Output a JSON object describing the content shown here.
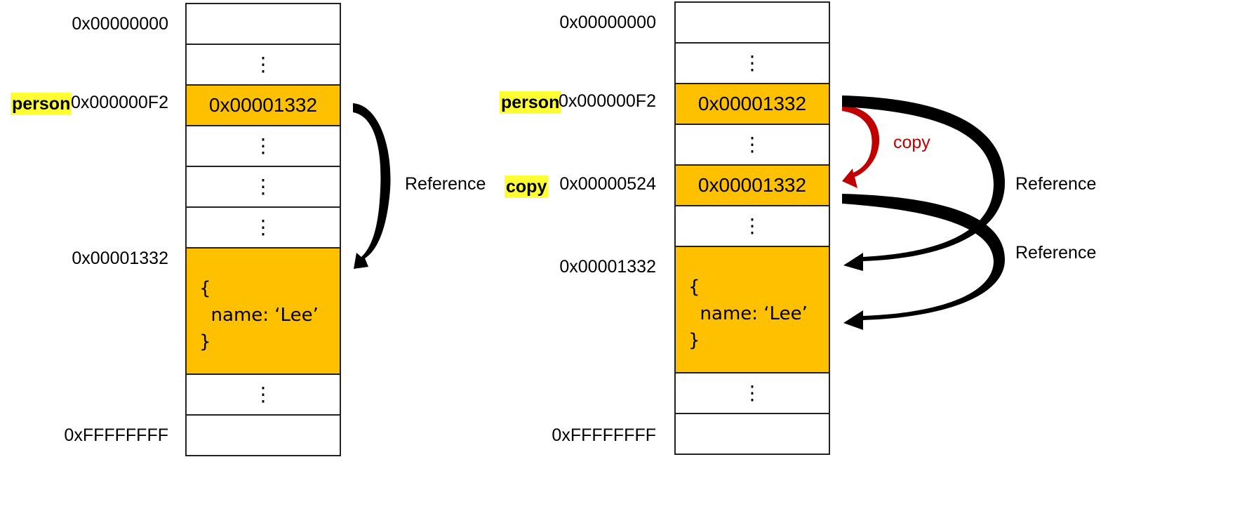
{
  "left": {
    "addresses": {
      "a0": "0x00000000",
      "aF2": "0x000000F2",
      "a1332": "0x00001332",
      "aFF": "0xFFFFFFFF"
    },
    "cells": {
      "top_value": "",
      "person_value": "0x00001332",
      "object_value": "{\n  name: ‘Lee’\n}",
      "dots": "⋮"
    },
    "vars": {
      "person": "person"
    },
    "arrow_labels": {
      "reference": "Reference"
    }
  },
  "right": {
    "addresses": {
      "a0": "0x00000000",
      "aF2": "0x000000F2",
      "a524": "0x00000524",
      "a1332": "0x00001332",
      "aFF": "0xFFFFFFFF"
    },
    "cells": {
      "person_value": "0x00001332",
      "copy_value": "0x00001332",
      "object_value": "{\n  name: ‘Lee’\n}",
      "dots": "⋮"
    },
    "vars": {
      "person": "person",
      "copy": "copy"
    },
    "arrow_labels": {
      "copy": "copy",
      "reference1": "Reference",
      "reference2": "Reference"
    }
  },
  "colors": {
    "filled": "#ffc000",
    "highlight": "#ffff33",
    "copy_arrow": "#c00000"
  }
}
